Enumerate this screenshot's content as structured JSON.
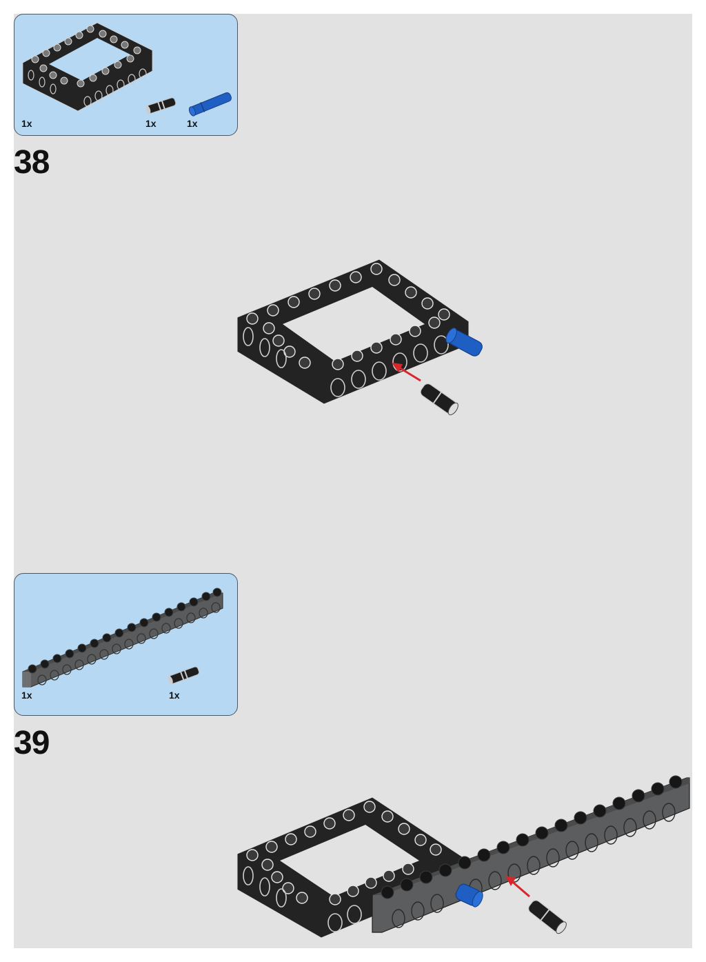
{
  "page": {
    "background": "#e1e2e1",
    "callout_color": "#b7d8f2"
  },
  "steps": [
    {
      "number": "38",
      "parts": [
        {
          "name": "technic-frame-5x7-open-center-black",
          "qty": "1x"
        },
        {
          "name": "technic-pin-with-friction-black",
          "qty": "1x"
        },
        {
          "name": "technic-axle-pin-long-blue",
          "qty": "1x"
        }
      ],
      "action": "insert black friction pin into frame side hole (red arrow)"
    },
    {
      "number": "39",
      "parts": [
        {
          "name": "technic-brick-1x16-with-holes-dark-gray",
          "qty": "1x"
        },
        {
          "name": "technic-pin-with-friction-black",
          "qty": "1x"
        }
      ],
      "action": "attach 1x16 technic brick to frame; insert black friction pin (red arrow)"
    }
  ],
  "colors": {
    "arrow": "#d8262b",
    "blue_pin": "#1f5fc4",
    "black_part": "#232323",
    "gray_brick": "#5a5b5c"
  }
}
